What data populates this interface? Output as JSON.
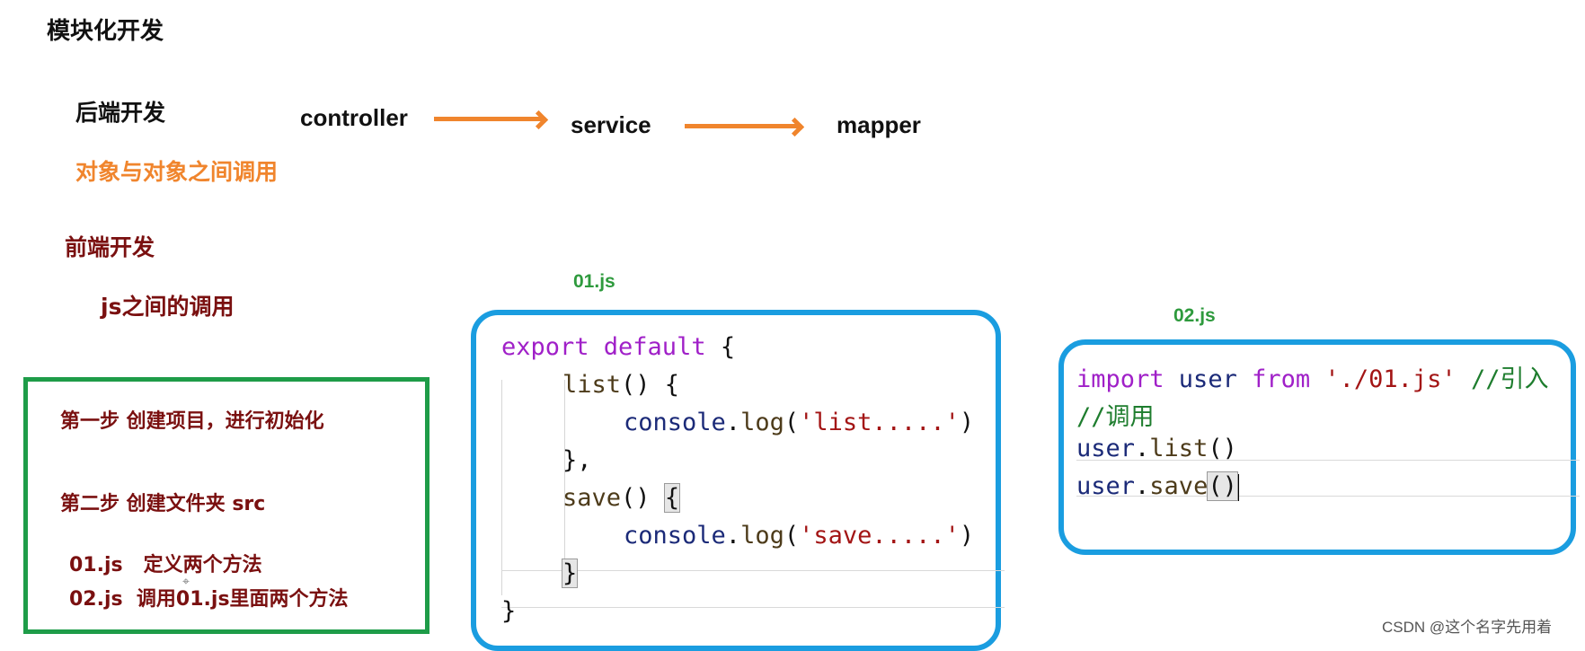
{
  "title": "模块化开发",
  "backend": {
    "label": "后端开发",
    "note": "对象与对象之间调用"
  },
  "flow": {
    "controller": "controller",
    "service": "service",
    "mapper": "mapper"
  },
  "frontend": {
    "label": "前端开发",
    "note": "js之间的调用"
  },
  "steps": [
    "第一步 创建项目，进行初始化",
    "第二步 创建文件夹 src",
    "01.js   定义两个方法",
    "02.js  调用01.js里面两个方法"
  ],
  "file1": {
    "name": "01.js",
    "lines": [
      {
        "kw": "export default",
        "rest": " {"
      },
      {
        "fn": "list",
        "rest": "() {"
      },
      {
        "obj": "console",
        "dot": ".",
        "fn": "log",
        "open": "(",
        "str": "'list.....'",
        "close": ")"
      },
      {
        "rest": "},"
      },
      {
        "fn": "save",
        "rest": "() ",
        "hl": "{"
      },
      {
        "obj": "console",
        "dot": ".",
        "fn": "log",
        "open": "(",
        "str": "'save.....'",
        "close": ")"
      },
      {
        "hl": "}"
      },
      {
        "rest": "}"
      }
    ]
  },
  "file2": {
    "name": "02.js",
    "lines": [
      {
        "kw1": "import",
        "obj": " user ",
        "kw2": "from",
        "str": " './01.js'",
        "cm": " //引入"
      },
      {
        "cm": "//调用"
      },
      {
        "obj": "user",
        "dot": ".",
        "fn": "list",
        "rest": "()"
      },
      {
        "obj": "user",
        "dot": ".",
        "fn": "save",
        "hl": "()"
      }
    ]
  },
  "watermark": "CSDN @这个名字先用着",
  "colors": {
    "accent_orange": "#f0852d",
    "dark_red": "#7a1010",
    "green_label": "#2e9a3d",
    "box_blue": "#1a9de0",
    "box_green": "#1e9c48"
  }
}
